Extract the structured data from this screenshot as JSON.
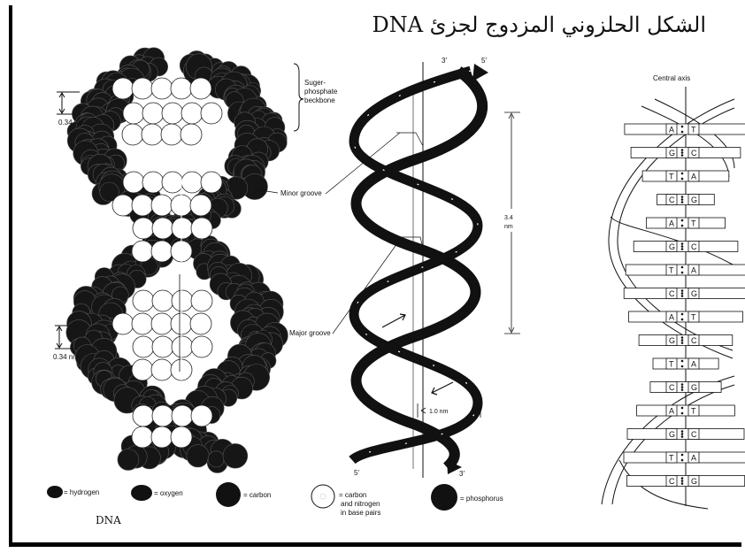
{
  "title": "الشكل الحلزوني المزدوج لجزئ DNA",
  "left_model": {
    "backbone_label": [
      "Suger-",
      "phosphate",
      "beckbone"
    ],
    "spacing_top": "0.34 nm",
    "spacing_bottom": "0.34 nm",
    "caption": "DNA"
  },
  "legend": [
    {
      "label": "= hydrogen",
      "icon": "hydrogen-atom-icon"
    },
    {
      "label": "= oxygen",
      "icon": "oxygen-atom-icon"
    },
    {
      "label": "= carbon",
      "icon": "carbon-atom-icon"
    },
    {
      "label": [
        "= carbon",
        "and nitrogen",
        "in base pairs"
      ],
      "icon": "base-pair-atom-icon"
    },
    {
      "label": "= phosphorus",
      "icon": "phosphorus-atom-icon"
    }
  ],
  "ribbon_model": {
    "end_top_left": "3′",
    "end_top_right": "5′",
    "end_bottom_left": "5′",
    "end_bottom_right": "3′",
    "minor_groove": "Minor groove",
    "major_groove": "Major groove",
    "pitch": [
      "3.4",
      "nm"
    ],
    "width": "1.0 nm"
  },
  "ladder_model": {
    "axis_label": "Central axis",
    "base_pairs": [
      [
        "A",
        "T"
      ],
      [
        "G",
        "C"
      ],
      [
        "T",
        "A"
      ],
      [
        "C",
        "G"
      ],
      [
        "A",
        "T"
      ],
      [
        "G",
        "C"
      ],
      [
        "T",
        "A"
      ],
      [
        "C",
        "G"
      ],
      [
        "A",
        "T"
      ],
      [
        "G",
        "C"
      ],
      [
        "T",
        "A"
      ],
      [
        "C",
        "G"
      ],
      [
        "A",
        "T"
      ],
      [
        "G",
        "C"
      ],
      [
        "T",
        "A"
      ],
      [
        "C",
        "G"
      ]
    ]
  }
}
